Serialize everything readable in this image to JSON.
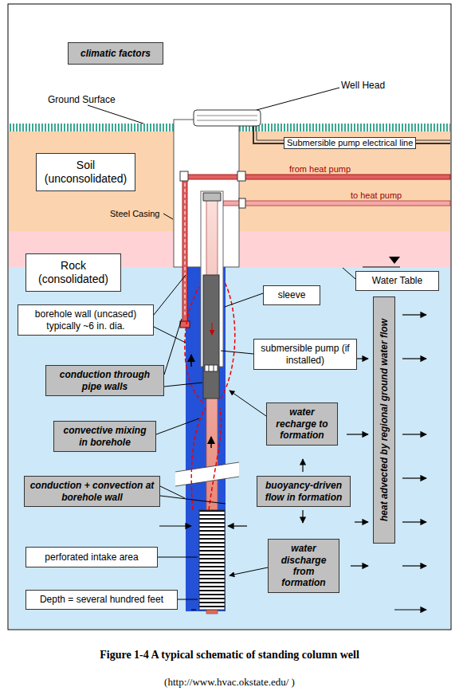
{
  "diagram": {
    "caption": "Figure 1-4 A typical schematic of standing column well",
    "nodes": [
      {
        "text": [
          "climatic factors"
        ]
      },
      {
        "text": [
          "Soil (unconsolidated)"
        ]
      },
      {
        "text": [
          "Rock (consolidated)"
        ]
      },
      {
        "text": [
          "Water Table"
        ]
      },
      {
        "text": [
          "sleeve"
        ]
      },
      {
        "text": [
          "borehole wall (uncased) typically ~6 in. dia."
        ]
      },
      {
        "text": [
          "submersible pump (if installed)"
        ]
      },
      {
        "text": [
          "conduction through pipe walls"
        ]
      },
      {
        "text": [
          "water recharge to formation"
        ]
      },
      {
        "text": [
          "convective mixing in borehole"
        ]
      },
      {
        "text": [
          "conduction + convection at borehole wall"
        ]
      },
      {
        "text": [
          "buoyancy-driven flow in formation"
        ]
      },
      {
        "text": [
          "heat advected by regional ground water flow"
        ]
      },
      {
        "text": [
          "perforated intake area"
        ]
      },
      {
        "text": [
          "water discharge from formation"
        ]
      },
      {
        "text": [
          "Depth = several hundred feet"
        ]
      }
    ],
    "labels": [
      "Well Head",
      "Ground Surface",
      "Submersible pump electrical line",
      "from heat pump",
      "to heat pump",
      "Steel Casing",
      "(http://www.hvac.okstate.edu/ )"
    ]
  }
}
